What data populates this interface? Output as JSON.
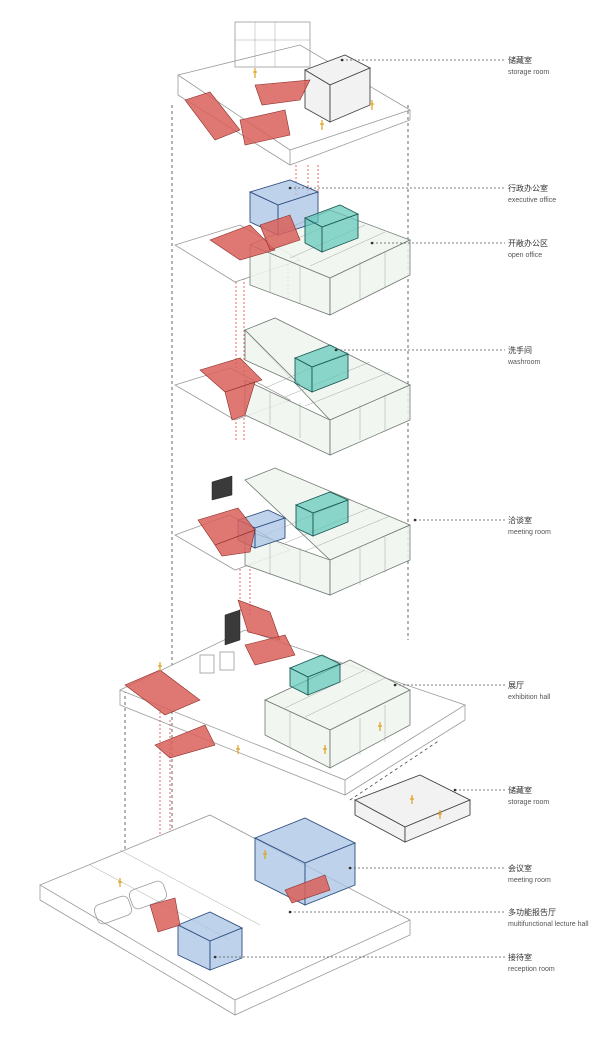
{
  "labels": [
    {
      "zh": "储藏室",
      "en": "storage room"
    },
    {
      "zh": "行政办公室",
      "en": "executive office"
    },
    {
      "zh": "开敞办公区",
      "en": "open office"
    },
    {
      "zh": "洗手间",
      "en": "washroom"
    },
    {
      "zh": "洽谈室",
      "en": "meeting room"
    },
    {
      "zh": "展厅",
      "en": "exhibition hall"
    },
    {
      "zh": "储藏室",
      "en": "storage room"
    },
    {
      "zh": "会议室",
      "en": "meeting room"
    },
    {
      "zh": "多功能报告厅",
      "en": "multifunctional lecture hall"
    },
    {
      "zh": "接待室",
      "en": "reception room"
    }
  ],
  "colors": {
    "ramp": "#d9605a",
    "office_block": "#eef4ef",
    "blue_room": "#a8c4e4",
    "teal_room": "#5ec8b8",
    "figure": "#e0a020",
    "leader": "#555555"
  }
}
